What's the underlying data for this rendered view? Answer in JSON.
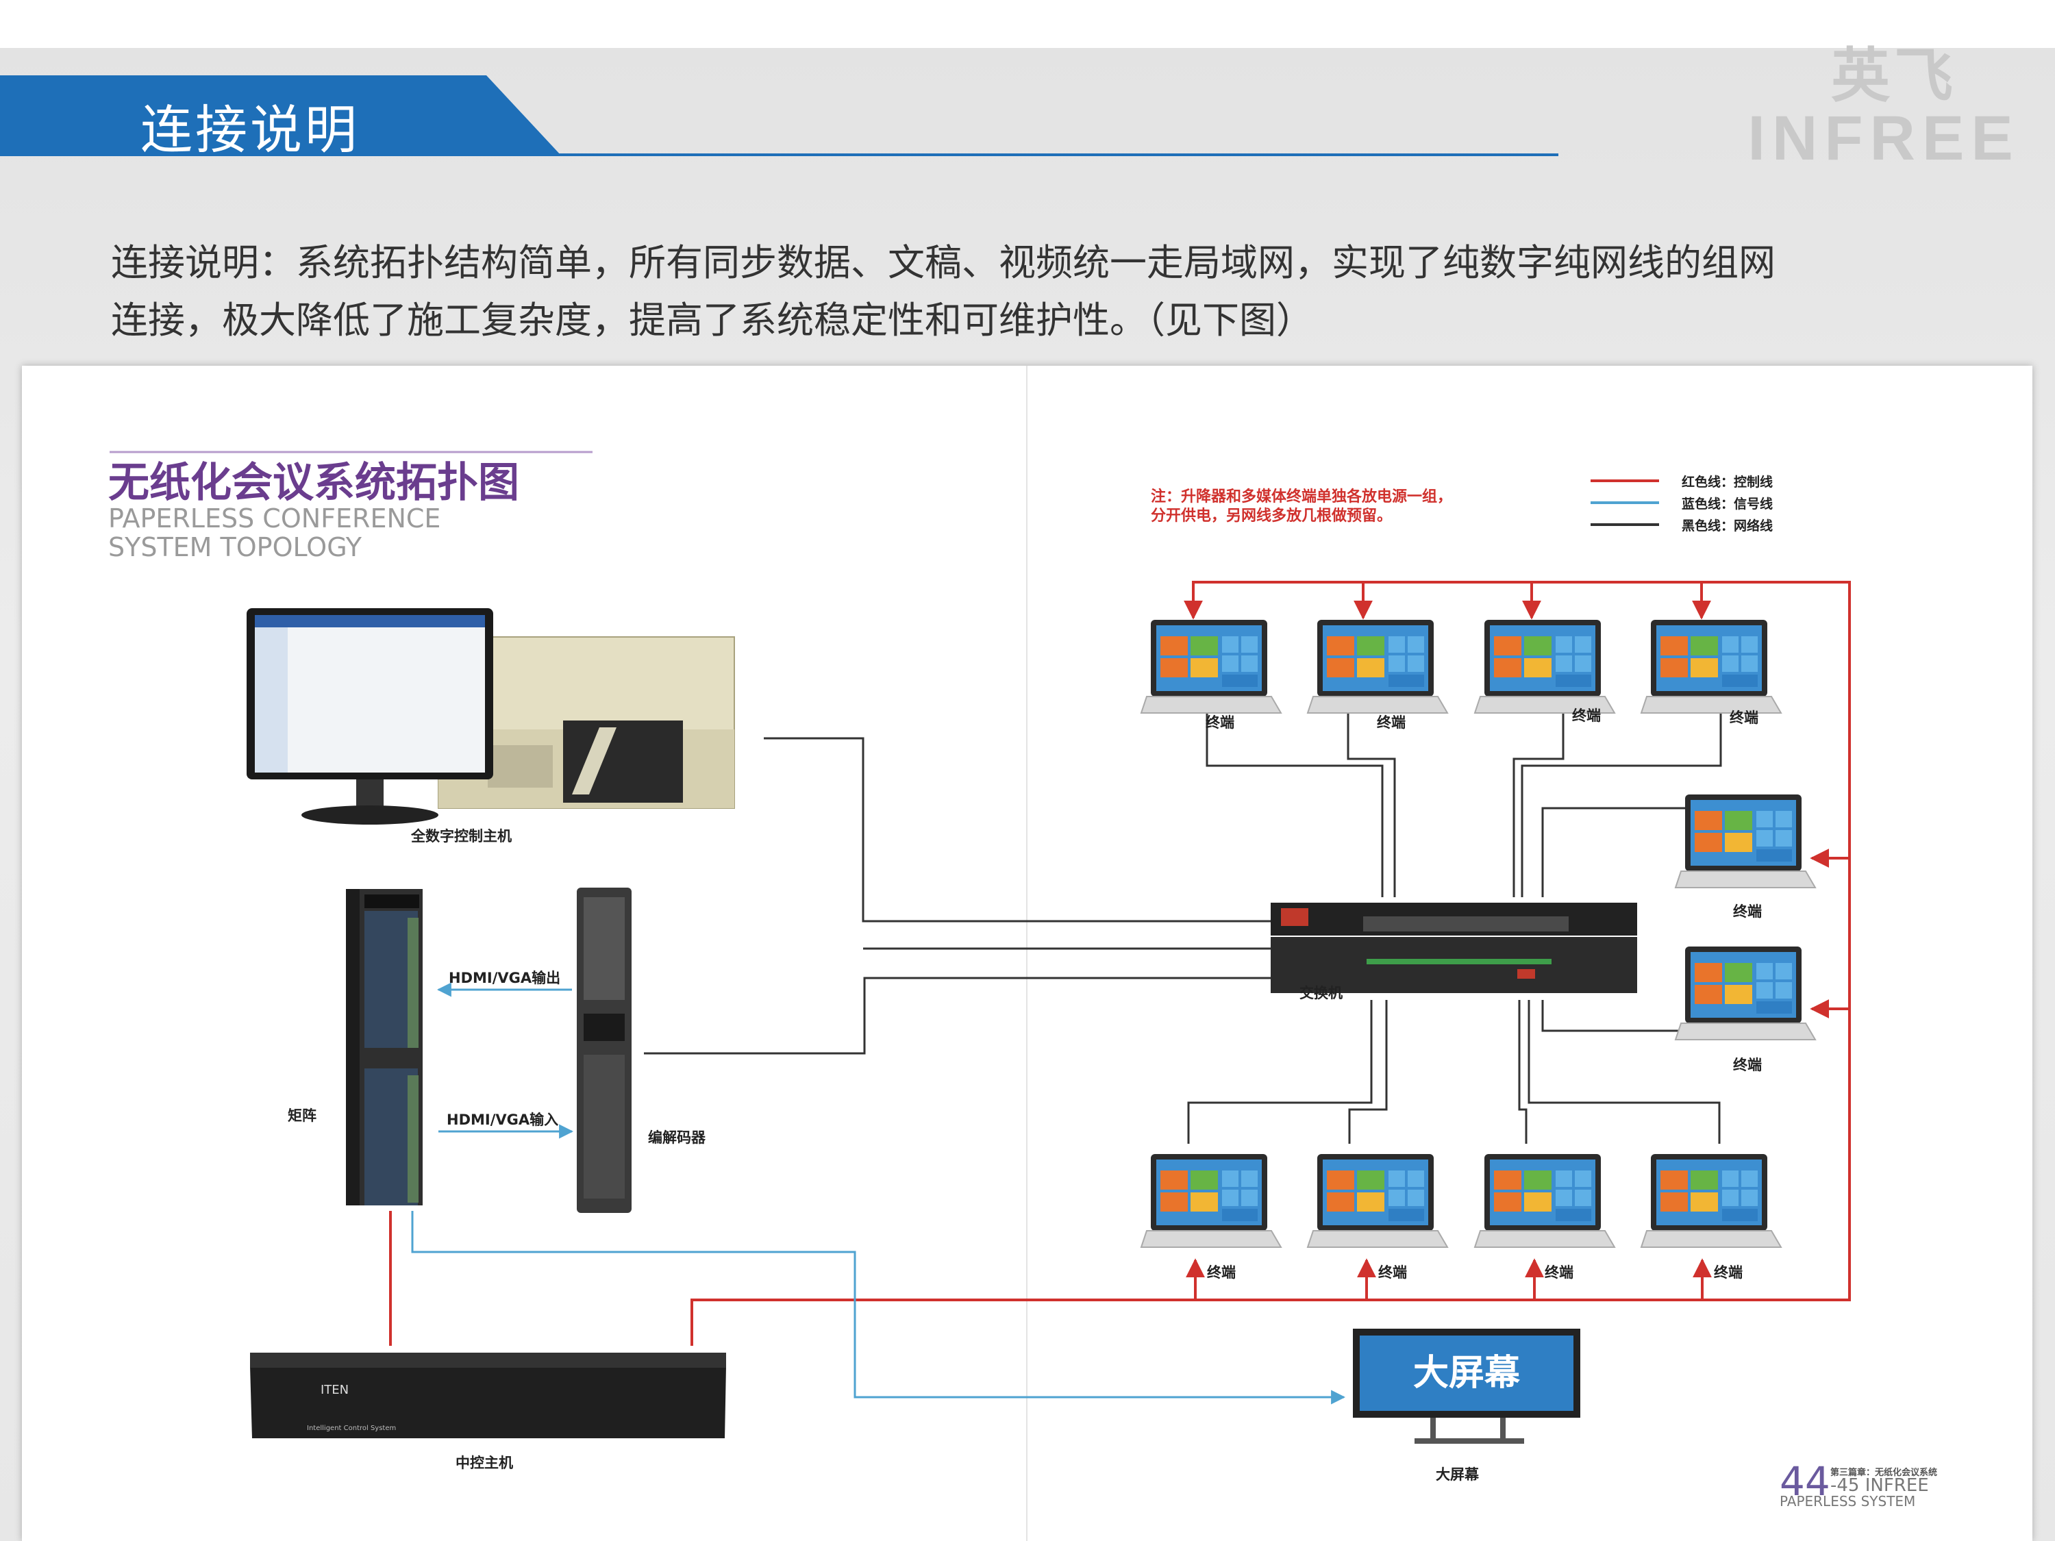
{
  "header": {
    "title": "连接说明",
    "brand_cn": "英飞",
    "brand_en": "INFREE"
  },
  "intro": {
    "line1": "连接说明：系统拓扑结构简单，所有同步数据、文稿、视频统一走局域网，实现了纯数字纯网线的组网",
    "line2": "连接，极大降低了施工复杂度，提高了系统稳定性和可维护性。（见下图）"
  },
  "diagram": {
    "title_cn": "无纸化会议系统拓扑图",
    "title_en_1": "PAPERLESS CONFERENCE",
    "title_en_2": "SYSTEM TOPOLOGY",
    "note_1": "注：升降器和多媒体终端单独各放电源一组，",
    "note_2": "分开供电，另网线多放几根做预留。",
    "legend": [
      {
        "label": "红色线：控制线",
        "color": "#d0312d"
      },
      {
        "label": "蓝色线：信号线",
        "color": "#4fa3d1"
      },
      {
        "label": "黑色线：网络线",
        "color": "#333333"
      }
    ],
    "devices": {
      "control_host": "全数字控制主机",
      "matrix": "矩阵",
      "codec": "编解码器",
      "hdmi_out": "HDMI/VGA输出",
      "hdmi_in": "HDMI/VGA输入",
      "central_control": "中控主机",
      "switch": "交换机",
      "big_screen_label": "大屏幕",
      "big_screen_text": "大屏幕",
      "terminal": "终端",
      "ctrl_brand": "ITEN",
      "ctrl_model": "Intelligent Control System"
    },
    "page_number": "44",
    "page_range": "-45 INFREE",
    "page_chapter": "第三篇章：无纸化会议系统",
    "page_system": "PAPERLESS SYSTEM"
  },
  "colors": {
    "accent_blue": "#1e6fb8",
    "title_purple": "#6a3d8e",
    "control_red": "#d0312d",
    "signal_blue": "#4fa3d1",
    "network_black": "#333333"
  }
}
